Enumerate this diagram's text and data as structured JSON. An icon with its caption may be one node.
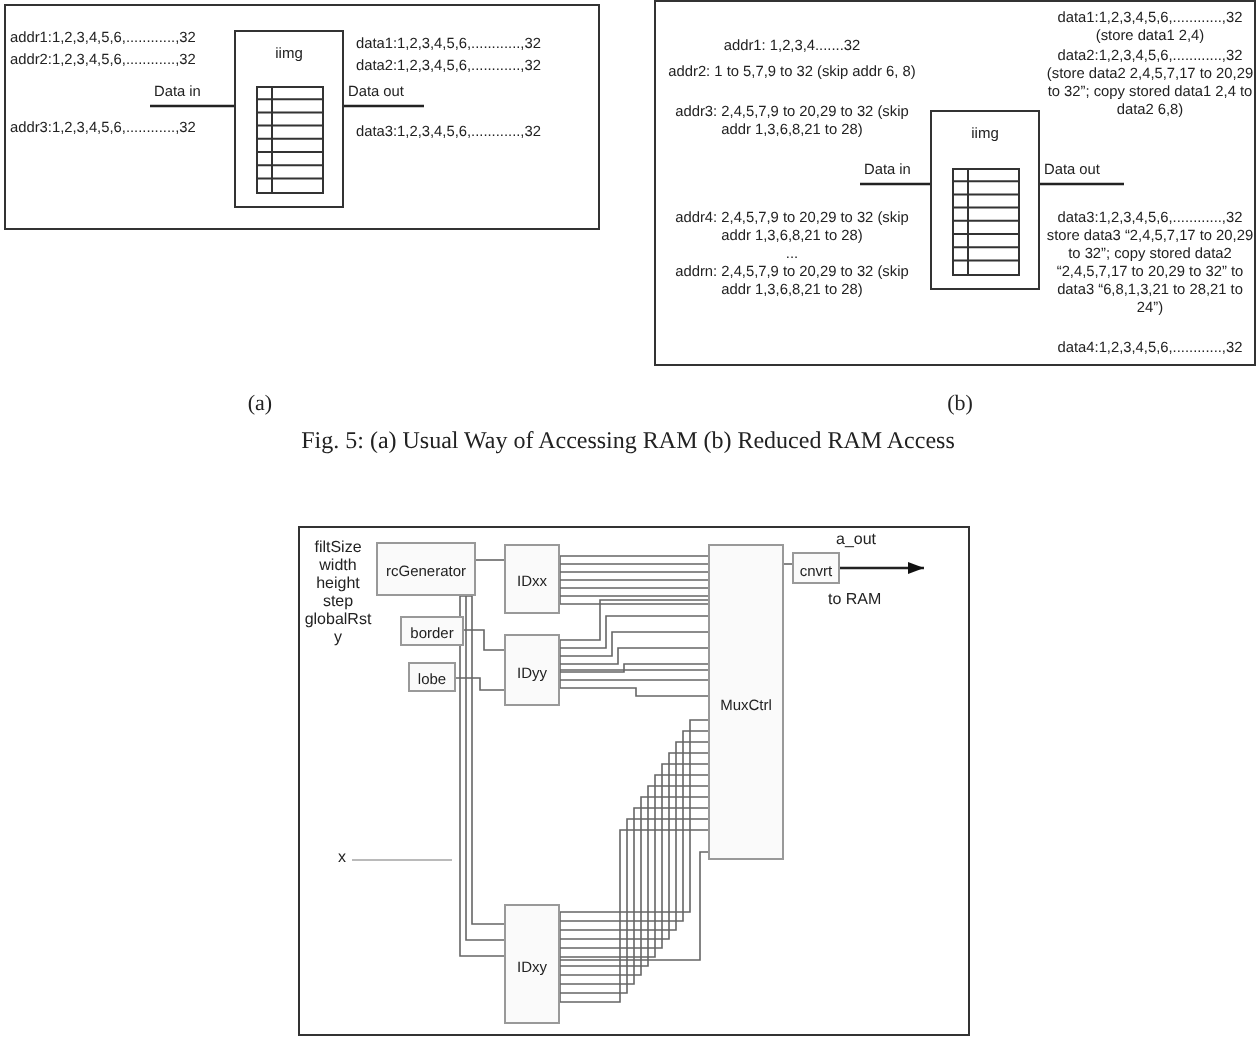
{
  "diagram": {
    "caption": "Fig. 5: (a) Usual Way of Accessing RAM (b) Reduced RAM Access",
    "nodes": [
      {
        "text": [
          "iimg"
        ]
      },
      {
        "text": [
          "iimg"
        ]
      },
      {
        "text": [
          "rcGenerator"
        ]
      },
      {
        "text": [
          "border"
        ]
      },
      {
        "text": [
          "lobe"
        ]
      },
      {
        "text": [
          "IDxx"
        ]
      },
      {
        "text": [
          "IDyy"
        ]
      },
      {
        "text": [
          "MuxCtrl"
        ]
      },
      {
        "text": [
          "cnvrt"
        ]
      },
      {
        "text": [
          "IDxy"
        ]
      }
    ],
    "edges": [
      {
        "from": null,
        "to": 0,
        "arrow": "none",
        "label": "Data in"
      },
      {
        "from": 0,
        "to": null,
        "arrow": "none",
        "label": "Data out"
      },
      {
        "from": null,
        "to": 1,
        "arrow": "none",
        "label": "Data in"
      },
      {
        "from": 1,
        "to": null,
        "arrow": "none",
        "label": "Data out"
      },
      {
        "from": 2,
        "to": 5,
        "arrow": "none"
      },
      {
        "from": 3,
        "to": 6,
        "arrow": "none"
      },
      {
        "from": 4,
        "to": 6,
        "arrow": "none"
      },
      {
        "from": 5,
        "to": 7,
        "arrow": "none"
      },
      {
        "from": 6,
        "to": 7,
        "arrow": "none"
      },
      {
        "from": 9,
        "to": 7,
        "arrow": "none"
      },
      {
        "from": 7,
        "to": 8,
        "arrow": "none"
      },
      {
        "from": 8,
        "to": null,
        "arrow": "to"
      },
      {
        "from": 2,
        "to": 9,
        "arrow": "none"
      }
    ],
    "labels": [
      "addr1:1,2,3,4,5,6,............,32",
      "addr2:1,2,3,4,5,6,............,32",
      "addr3:1,2,3,4,5,6,............,32",
      "data1:1,2,3,4,5,6,............,32",
      "data2:1,2,3,4,5,6,............,32",
      "data3:1,2,3,4,5,6,............,32",
      "addr1: 1,2,3,4.......32",
      "addr2: 1 to 5,7,9 to 32 (skip addr 6, 8)",
      "addr3: 2,4,5,7,9 to 20,29 to 32 (skip addr 1,3,6,8,21 to 28)",
      "addr4: 2,4,5,7,9 to 20,29 to 32 (skip addr 1,3,6,8,21 to 28)",
      "...",
      "addrn: 2,4,5,7,9 to 20,29 to 32 (skip addr 1,3,6,8,21 to 28)",
      "data1:1,2,3,4,5,6,............,32",
      "(store data1 2,4)",
      "data2:1,2,3,4,5,6,............,32",
      "(store data2 2,4,5,7,17 to 20,29 to 32”; copy stored data1 2,4 to data2 6,8)",
      "data3:1,2,3,4,5,6,............,32",
      "store data3 “2,4,5,7,17 to 20,29 to 32”; copy stored data2 “2,4,5,7,17 to 20,29 to 32” to data3 “6,8,1,3,21 to 28,21 to 24”)",
      "data4:1,2,3,4,5,6,............,32",
      "(a)",
      "(b)",
      "filtSize",
      "width",
      "height",
      "step",
      "globalRst",
      "y",
      "x",
      "a_out",
      "to RAM"
    ]
  }
}
